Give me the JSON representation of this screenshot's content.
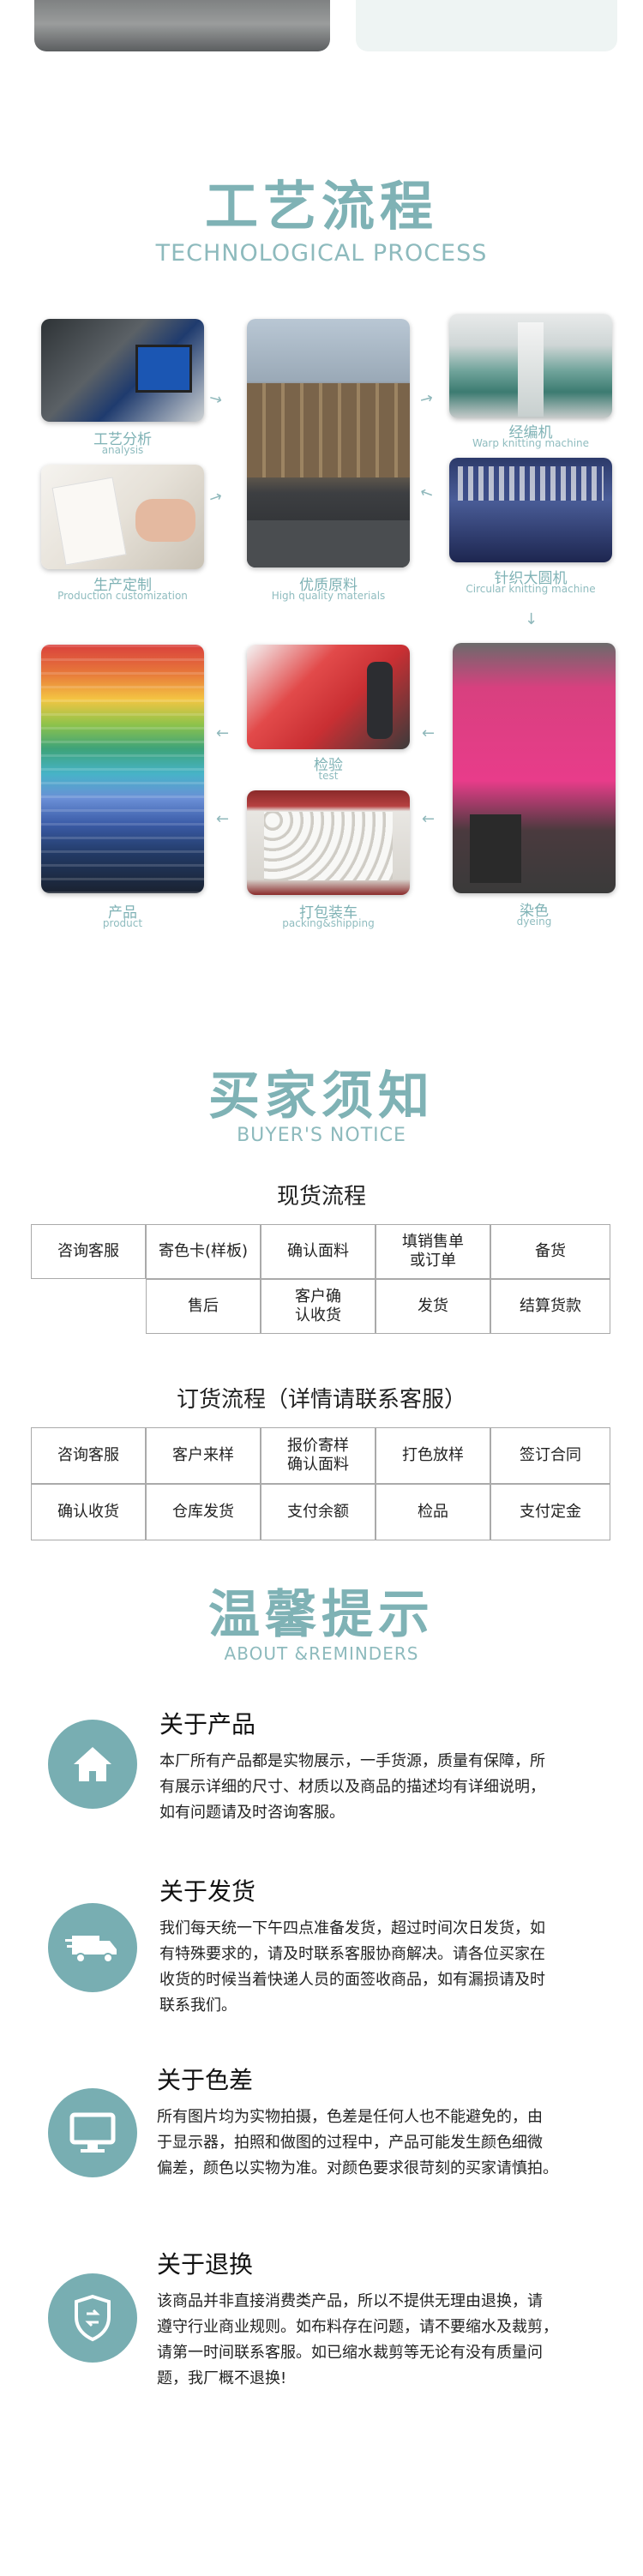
{
  "process": {
    "title_cn": "工艺流程",
    "title_en": "TECHNOLOGICAL PROCESS",
    "steps": {
      "analysis": {
        "cn": "工艺分析",
        "en": "analysis"
      },
      "custom": {
        "cn": "生产定制",
        "en": "Production customization"
      },
      "materials": {
        "cn": "优质原料",
        "en": "High quality materials"
      },
      "warp": {
        "cn": "经编机",
        "en": "Warp knitting machine"
      },
      "circular": {
        "cn": "针织大圆机",
        "en": "Circular knitting machine"
      },
      "product": {
        "cn": "产品",
        "en": "product"
      },
      "test": {
        "cn": "检验",
        "en": "test"
      },
      "packing": {
        "cn": "打包装车",
        "en": "packing&shipping"
      },
      "dyeing": {
        "cn": "染色",
        "en": "dyeing"
      }
    }
  },
  "notice": {
    "title_cn": "买家须知",
    "title_en": "BUYER'S NOTICE",
    "stock_title": "现货流程",
    "stock_row1": [
      "咨询客服",
      "寄色卡(样板)",
      "确认面料",
      "填销售单\n或订单",
      "备货"
    ],
    "stock_row2": [
      "售后",
      "客户确\n认收货",
      "发货",
      "结算货款"
    ],
    "order_title": "订货流程（详情请联系客服）",
    "order_row1": [
      "咨询客服",
      "客户来样",
      "报价寄样\n确认面料",
      "打色放样",
      "签订合同"
    ],
    "order_row2": [
      "确认收货",
      "仓库发货",
      "支付余额",
      "检品",
      "支付定金"
    ]
  },
  "reminders": {
    "title_cn": "温馨提示",
    "title_en": "ABOUT &REMINDERS",
    "items": [
      {
        "icon": "home-icon",
        "title": "关于产品",
        "lines": [
          "本厂所有产品都是实物展示，一手货源，质量有保障，所",
          "有展示详细的尺寸、材质以及商品的描述均有详细说明，",
          "如有问题请及时咨询客服。"
        ]
      },
      {
        "icon": "truck-icon",
        "title": "关于发货",
        "lines": [
          "我们每天统一下午四点准备发货，超过时间次日发货，如",
          "有特殊要求的，请及时联系客服协商解决。请各位买家在",
          "收货的时候当着快递人员的面签收商品，如有漏损请及时",
          "联系我们。"
        ]
      },
      {
        "icon": "monitor-icon",
        "title": "关于色差",
        "lines": [
          "所有图片均为实物拍摄，色差是任何人也不能避免的，由",
          "于显示器，拍照和做图的过程中，产品可能发生颜色细微",
          "偏差，颜色以实物为准。对颜色要求很苛刻的买家请慎拍。"
        ]
      },
      {
        "icon": "shield-icon",
        "title": "关于退换",
        "lines": [
          "该商品并非直接消费类产品，所以不提供无理由退换，请",
          "遵守行业商业规则。如布料存在问题，请不要缩水及裁剪，",
          "请第一时间联系客服。如已缩水裁剪等无论有没有质量问",
          "题，我厂概不退换!"
        ]
      }
    ]
  },
  "colors": {
    "accent": "#7fb2b5",
    "icon_bg": "#78aeb2"
  }
}
